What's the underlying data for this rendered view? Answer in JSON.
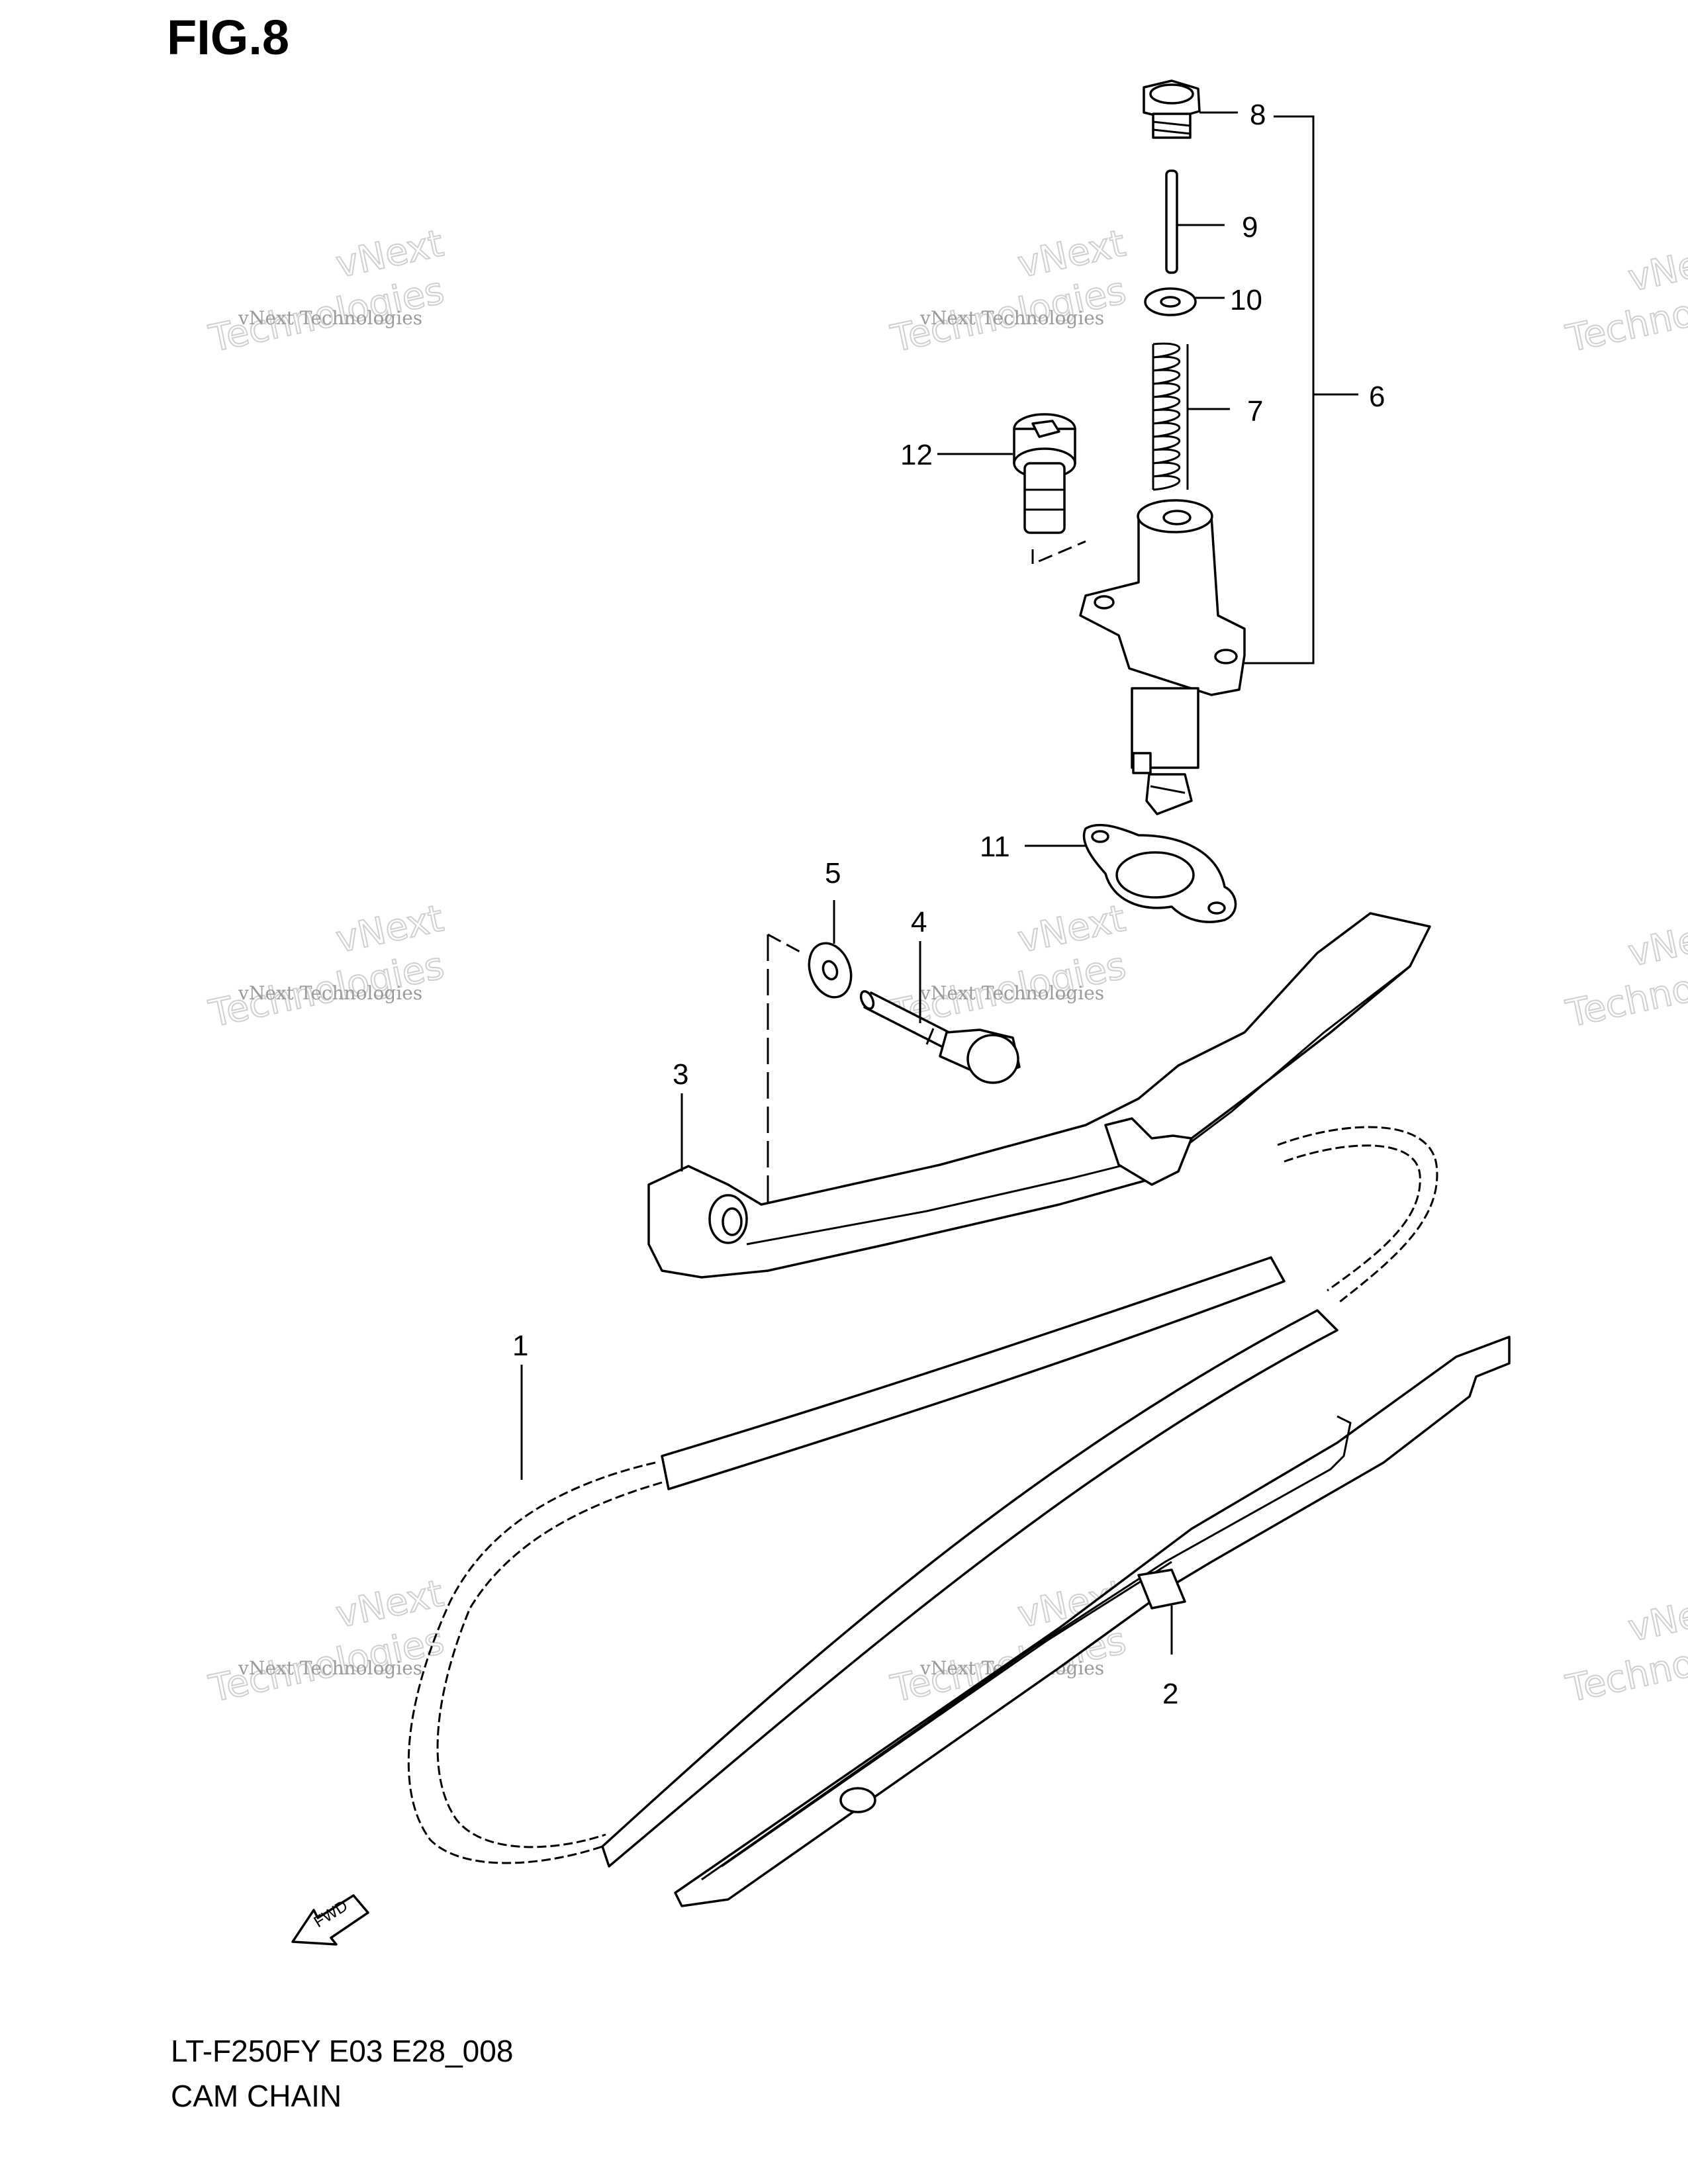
{
  "figure": {
    "title": "FIG.8"
  },
  "callouts": [
    {
      "id": "1",
      "label": "1"
    },
    {
      "id": "2",
      "label": "2"
    },
    {
      "id": "3",
      "label": "3"
    },
    {
      "id": "4",
      "label": "4"
    },
    {
      "id": "5",
      "label": "5"
    },
    {
      "id": "6",
      "label": "6"
    },
    {
      "id": "7",
      "label": "7"
    },
    {
      "id": "8",
      "label": "8"
    },
    {
      "id": "9",
      "label": "9"
    },
    {
      "id": "10",
      "label": "10"
    },
    {
      "id": "11",
      "label": "11"
    },
    {
      "id": "12",
      "label": "12"
    }
  ],
  "direction_arrow": {
    "label": "FWD"
  },
  "watermark": {
    "line1": "vNext Technologies",
    "line2": "vNext",
    "line3": "Technologies"
  },
  "footer": {
    "code": "LT-F250FY E03 E28_008",
    "name": "CAM CHAIN"
  }
}
